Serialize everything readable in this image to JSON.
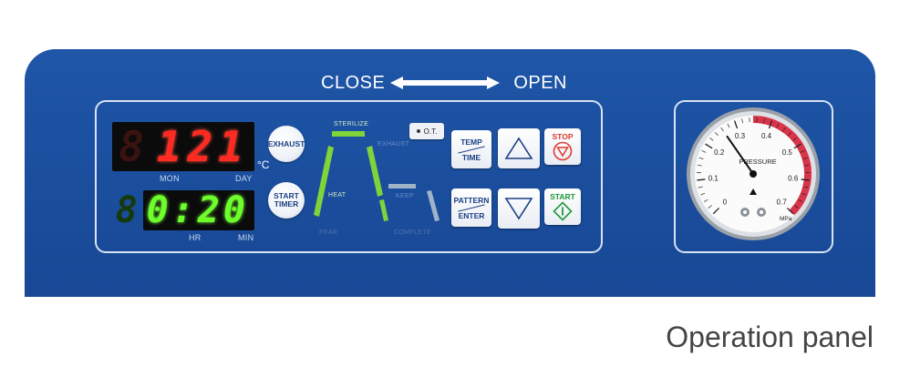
{
  "header": {
    "close_label": "CLOSE",
    "open_label": "OPEN"
  },
  "displays": {
    "temperature": {
      "value": "121",
      "ghost": "8",
      "unit": "°C"
    },
    "time": {
      "value": "0:20",
      "ghost": "8"
    },
    "labels": {
      "mon": "MON",
      "day": "DAY",
      "hr": "HR",
      "min": "MIN"
    }
  },
  "buttons": {
    "exhaust": "EXHAUST",
    "start_timer_line1": "START",
    "start_timer_line2": "TIMER",
    "ot": "O.T.",
    "temp_time_top": "TEMP",
    "temp_time_bottom": "TIME",
    "pattern_enter_top": "PATTERN",
    "pattern_enter_bottom": "ENTER",
    "stop": "STOP",
    "start": "START"
  },
  "cycle_indicator": {
    "sterilize": "STERILIZE",
    "exhaust": "EXHAUST",
    "heat": "HEAT",
    "heat_bottom": "PEAR",
    "keep": "KEEP",
    "complete": "COMPLETE"
  },
  "gauge": {
    "title": "PRESSURE",
    "unit": "MPa",
    "ticks": [
      "0",
      "0.1",
      "0.2",
      "0.3",
      "0.4",
      "0.5",
      "0.6",
      "0.7"
    ],
    "reading": 0.26
  },
  "caption": "Operation panel",
  "colors": {
    "panel_blue": "#1f56a8",
    "display_red": "#ff2a22",
    "display_green": "#6dff2a",
    "cycle_green": "#7fd43a",
    "gauge_red_zone": "#d8344a"
  }
}
